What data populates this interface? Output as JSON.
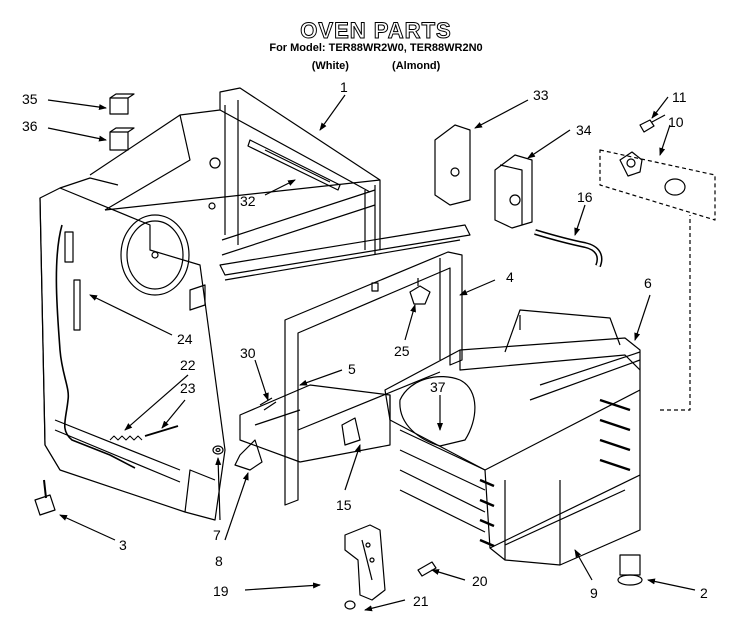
{
  "header": {
    "title": "OVEN PARTS",
    "model_line": "For Model: TER88WR2W0, TER88WR2N0",
    "color_white": "(White)",
    "color_almond": "(Almond)"
  },
  "callouts": [
    {
      "id": "c1",
      "label": "1"
    },
    {
      "id": "c2",
      "label": "2"
    },
    {
      "id": "c3",
      "label": "3"
    },
    {
      "id": "c4",
      "label": "4"
    },
    {
      "id": "c5",
      "label": "5"
    },
    {
      "id": "c6",
      "label": "6"
    },
    {
      "id": "c7",
      "label": "7"
    },
    {
      "id": "c8",
      "label": "8"
    },
    {
      "id": "c9",
      "label": "9"
    },
    {
      "id": "c10",
      "label": "10"
    },
    {
      "id": "c11",
      "label": "11"
    },
    {
      "id": "c15",
      "label": "15"
    },
    {
      "id": "c16",
      "label": "16"
    },
    {
      "id": "c19",
      "label": "19"
    },
    {
      "id": "c20",
      "label": "20"
    },
    {
      "id": "c21",
      "label": "21"
    },
    {
      "id": "c22",
      "label": "22"
    },
    {
      "id": "c23",
      "label": "23"
    },
    {
      "id": "c24",
      "label": "24"
    },
    {
      "id": "c25",
      "label": "25"
    },
    {
      "id": "c30",
      "label": "30"
    },
    {
      "id": "c32",
      "label": "32"
    },
    {
      "id": "c33",
      "label": "33"
    },
    {
      "id": "c34",
      "label": "34"
    },
    {
      "id": "c35",
      "label": "35"
    },
    {
      "id": "c36",
      "label": "36"
    },
    {
      "id": "c37",
      "label": "37"
    }
  ]
}
